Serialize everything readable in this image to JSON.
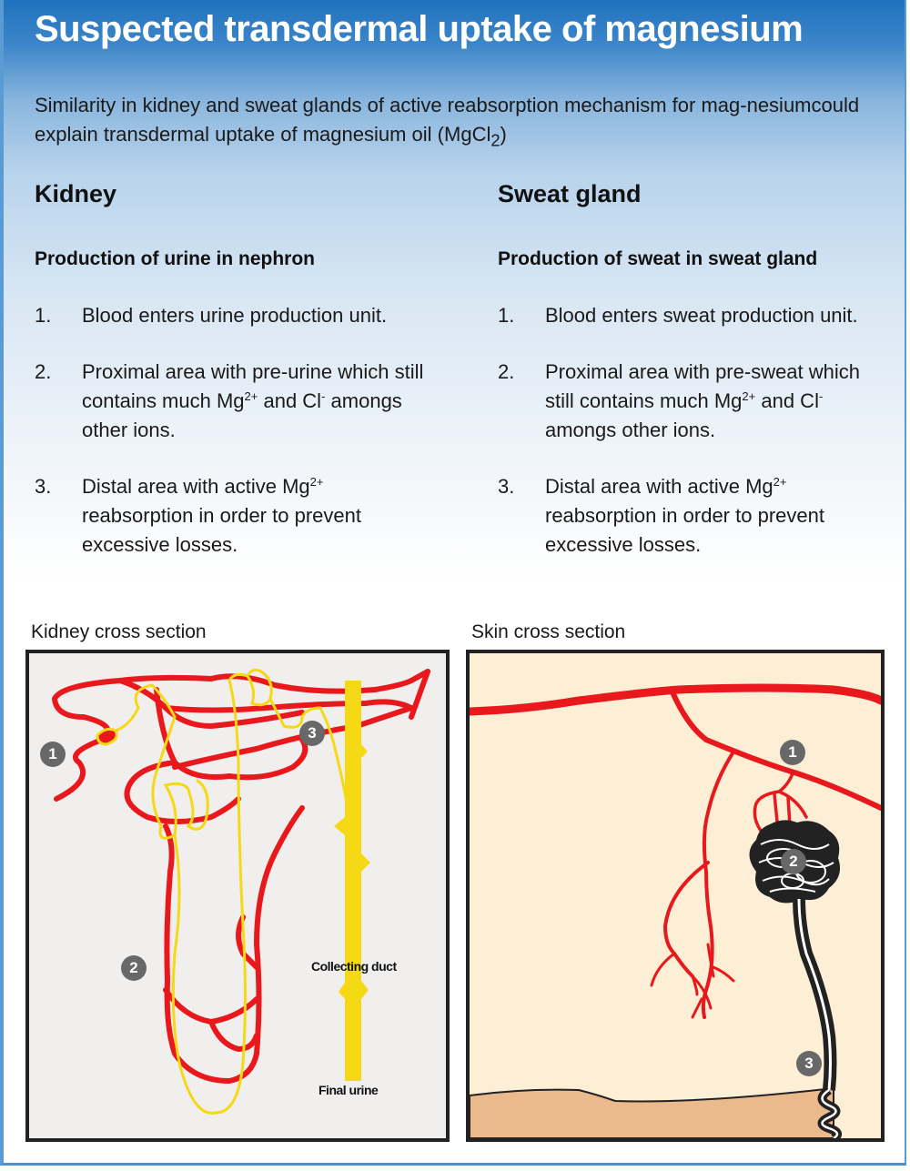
{
  "title": "Suspected transdermal uptake of magnesium",
  "intro": {
    "text": "Similarity in kidney and sweat glands of active reabsorption mechanism for mag-nesiumcould explain transdermal uptake of magnesium oil (MgCl",
    "subscript": "2",
    "close": ")"
  },
  "columns": [
    {
      "heading": "Kidney",
      "subheading": "Production of urine in nephron",
      "steps": [
        {
          "num": "1.",
          "text": "Blood enters urine production unit.",
          "sup": "",
          "tail": ""
        },
        {
          "num": "2.",
          "text": "Proximal area with pre-urine which still contains much Mg",
          "sup": "2+",
          "mid": " and Cl",
          "sup2": "-",
          "tail": " amongs other ions."
        },
        {
          "num": "3.",
          "text": "Distal area with active Mg",
          "sup": "2+",
          "tail": " reabsorption in order to prevent excessive losses."
        }
      ]
    },
    {
      "heading": "Sweat gland",
      "subheading": "Production of sweat in sweat gland",
      "steps": [
        {
          "num": "1.",
          "text": "Blood enters sweat production unit.",
          "sup": "",
          "tail": ""
        },
        {
          "num": "2.",
          "text": "Proximal area with pre-sweat which still contains much Mg",
          "sup": "2+",
          "mid": " and Cl",
          "sup2": "-",
          "tail": " amongs other ions."
        },
        {
          "num": "3.",
          "text": "Distal area with active Mg",
          "sup": "2+",
          "tail": " reabsorption in order to prevent excessive losses."
        }
      ]
    }
  ],
  "kidney_diagram": {
    "label": "Kidney cross section",
    "markers": [
      "1",
      "2",
      "3"
    ],
    "annotations": {
      "collecting_duct": "Collecting duct",
      "final_urine": "Final urine"
    }
  },
  "skin_diagram": {
    "label": "Skin cross section",
    "markers": [
      "1",
      "2",
      "3"
    ]
  },
  "colors": {
    "header_blue": "#1f72bf",
    "blood_vessel": "#e8181c",
    "tubule": "#f5d914",
    "marker_gray": "#686868",
    "skin_bg": "#fcefd6",
    "epidermis": "#eab98c"
  }
}
